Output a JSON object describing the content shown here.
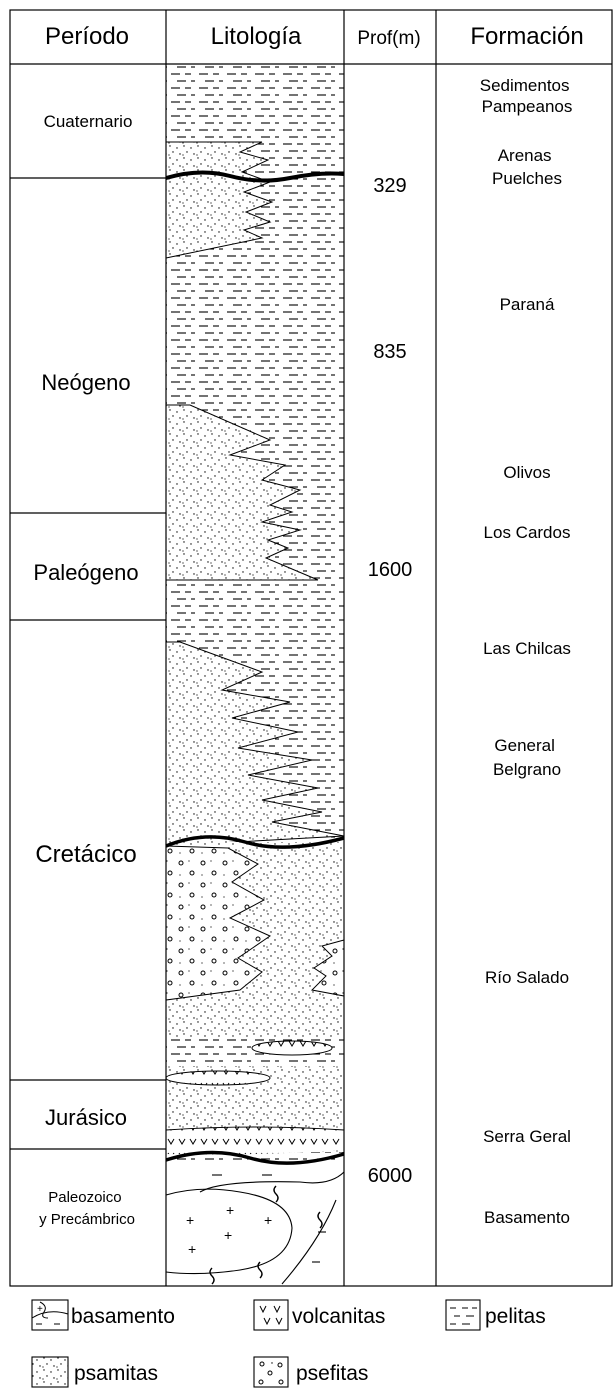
{
  "headers": {
    "period": "Período",
    "lithology": "Litología",
    "depth": "Prof(m)",
    "formation": "Formación"
  },
  "periods": [
    {
      "label": [
        "Cuaternario"
      ]
    },
    {
      "label": [
        "Neógeno"
      ]
    },
    {
      "label": [
        "Paleógeno"
      ]
    },
    {
      "label": [
        "Cretácico"
      ]
    },
    {
      "label": [
        "Jurásico"
      ]
    },
    {
      "label": [
        "Paleozoico",
        "y Precámbrico"
      ]
    }
  ],
  "depths": [
    "329",
    "835",
    "1600",
    "6000"
  ],
  "formations": [
    {
      "label": [
        "Sedimentos",
        "Pampeanos"
      ]
    },
    {
      "label": [
        "Arenas",
        "Puelches"
      ]
    },
    {
      "label": [
        "Paraná"
      ]
    },
    {
      "label": [
        "Olivos"
      ]
    },
    {
      "label": [
        "Los Cardos"
      ]
    },
    {
      "label": [
        "Las Chilcas"
      ]
    },
    {
      "label": [
        "General",
        "Belgrano"
      ]
    },
    {
      "label": [
        "Río Salado"
      ]
    },
    {
      "label": [
        "Serra Geral"
      ]
    },
    {
      "label": [
        "Basamento"
      ]
    }
  ],
  "legend": [
    {
      "label": "basamento",
      "pattern": "basement"
    },
    {
      "label": "volcanitas",
      "pattern": "volcanic"
    },
    {
      "label": "pelitas",
      "pattern": "pelite"
    },
    {
      "label": "psamitas",
      "pattern": "psammite"
    },
    {
      "label": "psefitas",
      "pattern": "psephite"
    }
  ],
  "colors": {
    "line": "#000000",
    "background": "#ffffff"
  }
}
